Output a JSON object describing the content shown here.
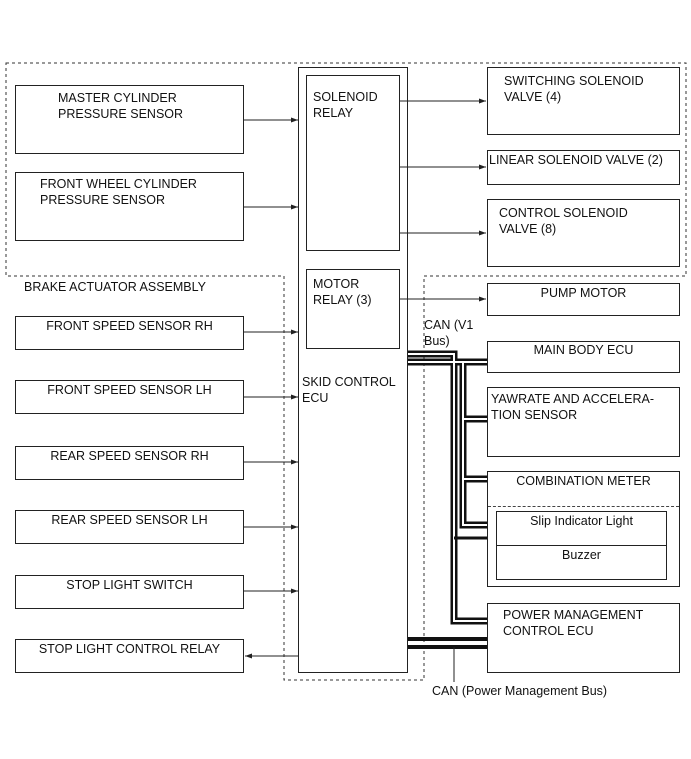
{
  "diagram": {
    "assembly_label": "BRAKE ACTUATOR ASSEMBLY",
    "ecu_label": "SKID CONTROL\nECU",
    "can_v1_label": "CAN (V1\nBus)",
    "can_pm_label": "CAN (Power Management Bus)",
    "inputs": {
      "master_cylinder": "MASTER CYLINDER\nPRESSURE SENSOR",
      "front_wheel_cylinder": "FRONT WHEEL CYLINDER\nPRESSURE SENSOR",
      "front_speed_rh": "FRONT SPEED SENSOR RH",
      "front_speed_lh": "FRONT SPEED SENSOR LH",
      "rear_speed_rh": "REAR SPEED SENSOR RH",
      "rear_speed_lh": "REAR SPEED SENSOR LH",
      "stop_light_switch": "STOP LIGHT SWITCH"
    },
    "stop_light_relay": "STOP LIGHT CONTROL RELAY",
    "relays": {
      "solenoid": "SOLENOID\nRELAY",
      "motor": "MOTOR\nRELAY (3)"
    },
    "outputs": {
      "switching_valve": "SWITCHING SOLENOID\nVALVE (4)",
      "linear_valve": "LINEAR SOLENOID VALVE (2)",
      "control_valve": "CONTROL SOLENOID\nVALVE (8)",
      "pump_motor": "PUMP MOTOR"
    },
    "network": {
      "main_body_ecu": "MAIN BODY ECU",
      "yawrate_sensor": "YAWRATE AND ACCELERA-\nTION SENSOR",
      "combination_meter": "COMBINATION METER",
      "slip_indicator": "Slip Indicator Light",
      "buzzer": "Buzzer",
      "power_mgmt_ecu": "POWER MANAGEMENT\nCONTROL ECU"
    }
  }
}
